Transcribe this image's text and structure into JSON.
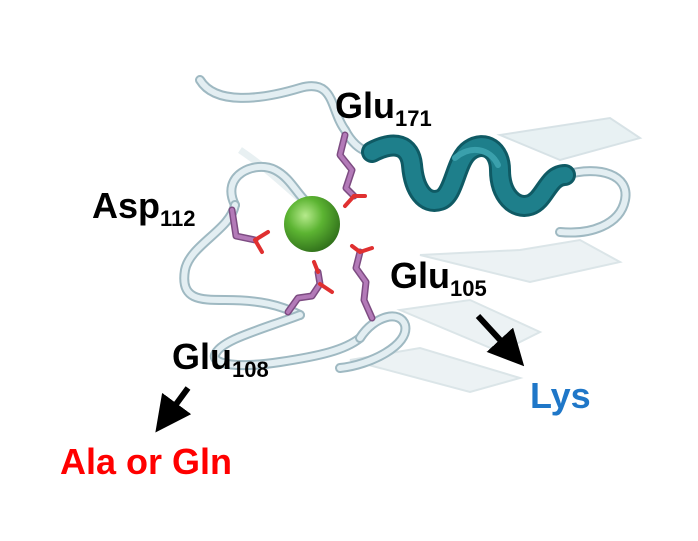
{
  "residues": {
    "glu171": {
      "name": "Glu",
      "number": "171"
    },
    "asp112": {
      "name": "Asp",
      "number": "112"
    },
    "glu105": {
      "name": "Glu",
      "number": "105"
    },
    "glu108": {
      "name": "Glu",
      "number": "108"
    }
  },
  "mutations": {
    "glu105": "Lys",
    "glu108": "Ala or Gln"
  },
  "colors": {
    "coil": "#e3eef2",
    "coil_edge": "#9fb9c2",
    "helix": "#1e7f8b",
    "helix_dark": "#0f5a64",
    "side_chain": "#b37ab8",
    "oxygen": "#e03030",
    "ion": "#4ea82e",
    "label": "#000000",
    "lys": "#1f77c8",
    "ala": "#ff0000"
  }
}
